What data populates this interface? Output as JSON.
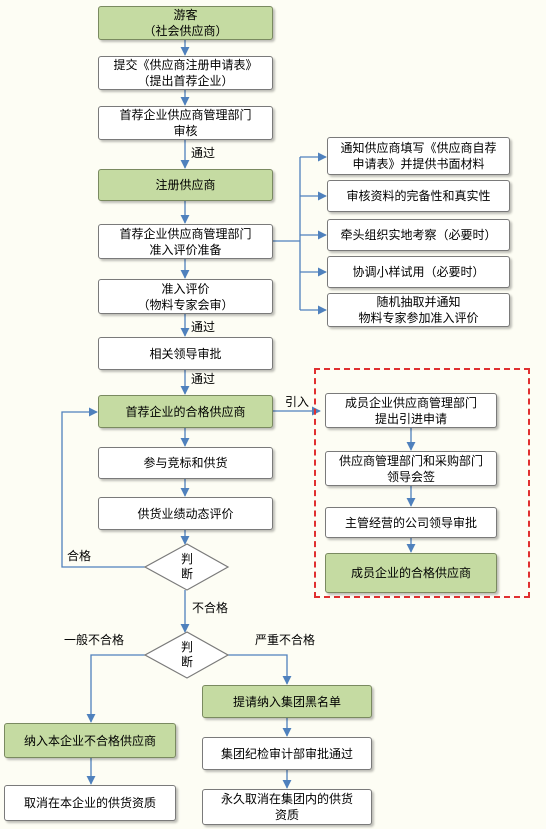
{
  "nodes": {
    "visitor": "游客\n（社会供应商）",
    "submit": "提交《供应商注册申请表》\n（提出首荐企业）",
    "review": "首荐企业供应商管理部门\n审核",
    "register": "注册供应商",
    "prep": "首荐企业供应商管理部门\n准入评价准备",
    "eval": "准入评价\n（物料专家会审）",
    "leader": "相关领导审批",
    "qualified": "首荐企业的合格供应商",
    "bid": "参与竞标和供货",
    "perf": "供货业绩动态评价",
    "judge1": "判\n断",
    "judge2": "判\n断",
    "blacklist": "提请纳入集团黑名单",
    "local_unq": "纳入本企业不合格供应商",
    "audit": "集团纪检审计部审批通过",
    "cancel_local": "取消在本企业的供货资质",
    "cancel_perm": "永久取消在集团内的供货\n资质"
  },
  "side": {
    "notify": "通知供应商填写《供应商自荐\n申请表》并提供书面材料",
    "check": "审核资料的完备性和真实性",
    "inspect": "牵头组织实地考察（必要时）",
    "sample": "协调小样试用（必要时）",
    "random": "随机抽取并通知\n物料专家参加准入评价"
  },
  "member": {
    "apply": "成员企业供应商管理部门\n提出引进申请",
    "sign": "供应商管理部门和采购部门\n领导会签",
    "approve": "主管经营的公司领导审批",
    "qualified": "成员企业的合格供应商"
  },
  "labels": {
    "pass1": "通过",
    "pass2": "通过",
    "pass3": "通过",
    "introduce": "引入",
    "ok": "合格",
    "fail": "不合格",
    "general_fail": "一般不合格",
    "severe_fail": "严重不合格"
  },
  "colors": {
    "line": "#4f81bd",
    "green_fill": "#c5dba2",
    "dashed_border": "#e03030"
  }
}
